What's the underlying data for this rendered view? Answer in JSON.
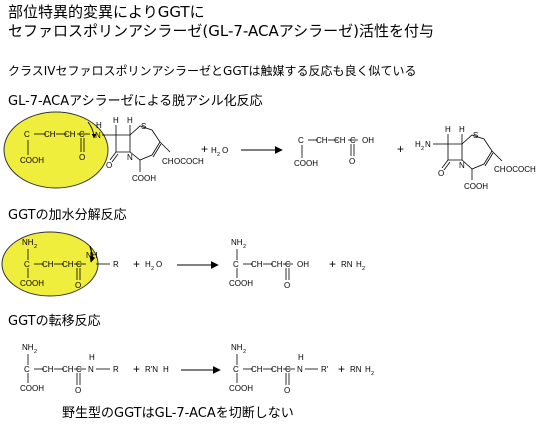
{
  "title": {
    "line1": "部位特異的変異によりGGTに",
    "line2": "セファロスポリンアシラーゼ(GL-7-ACAアシラーゼ)活性を付与"
  },
  "subtitle": "クラスIVセファロスポリンアシラーゼとGGTは触媒する反応も良く似ている",
  "sections": {
    "deacylation": "GL-7-ACAアシラーゼによる脱アシル化反応",
    "hydrolysis": "GGTの加水分解反応",
    "transfer": "GGTの転移反応"
  },
  "footer": "野生型のGGTはGL-7-ACAを切断しない",
  "chem": {
    "H": "H",
    "S": "S",
    "N": "N",
    "O": "O",
    "C": "C",
    "R": "R",
    "COOH": "COOH",
    "OH": "OH",
    "NH": "NH",
    "NH2": "NH",
    "HN": "H",
    "H2N": "H",
    "sub2": "2",
    "OCOCH3": "OCOCH",
    "sub3": "3",
    "RN": "RN",
    "RprimeN": "R'N",
    "Rprime": "R'",
    "CH2": "CH",
    "H2O_H": "H",
    "H2O_O": "O",
    "plus": "+",
    "dash": "—"
  },
  "colors": {
    "highlight": "#f0ee3c",
    "highlight_stroke": "#333333"
  }
}
